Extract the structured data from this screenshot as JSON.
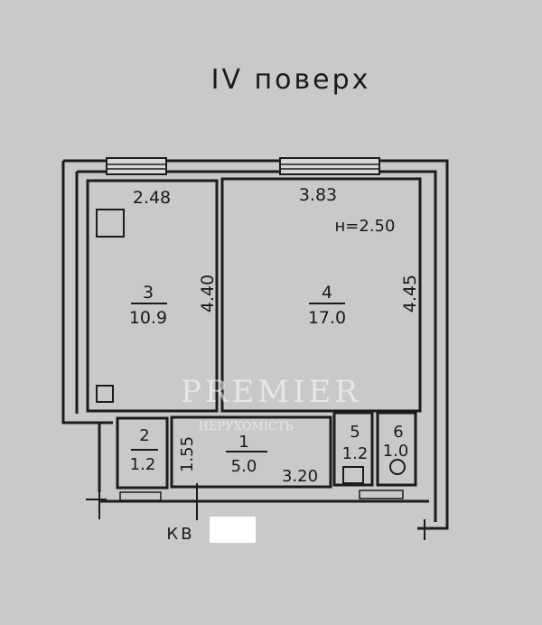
{
  "title": "IV поверх",
  "rooms": [
    {
      "number": "3",
      "area": "10.9",
      "width": "2.48",
      "length": "4.40"
    },
    {
      "number": "4",
      "area": "17.0",
      "width": "3.83",
      "length": "4.45",
      "height": "н=2.50"
    },
    {
      "number": "2",
      "area": "1.2"
    },
    {
      "number": "1",
      "area": "5.0",
      "width": "3.20",
      "length": "1.55"
    },
    {
      "number": "5",
      "area": "1.2"
    },
    {
      "number": "6",
      "area": "1.0"
    }
  ],
  "apartment_label": "КВ",
  "watermark": {
    "brand": "PREMIER",
    "sub": "НЕРУХОМІСТЬ"
  }
}
